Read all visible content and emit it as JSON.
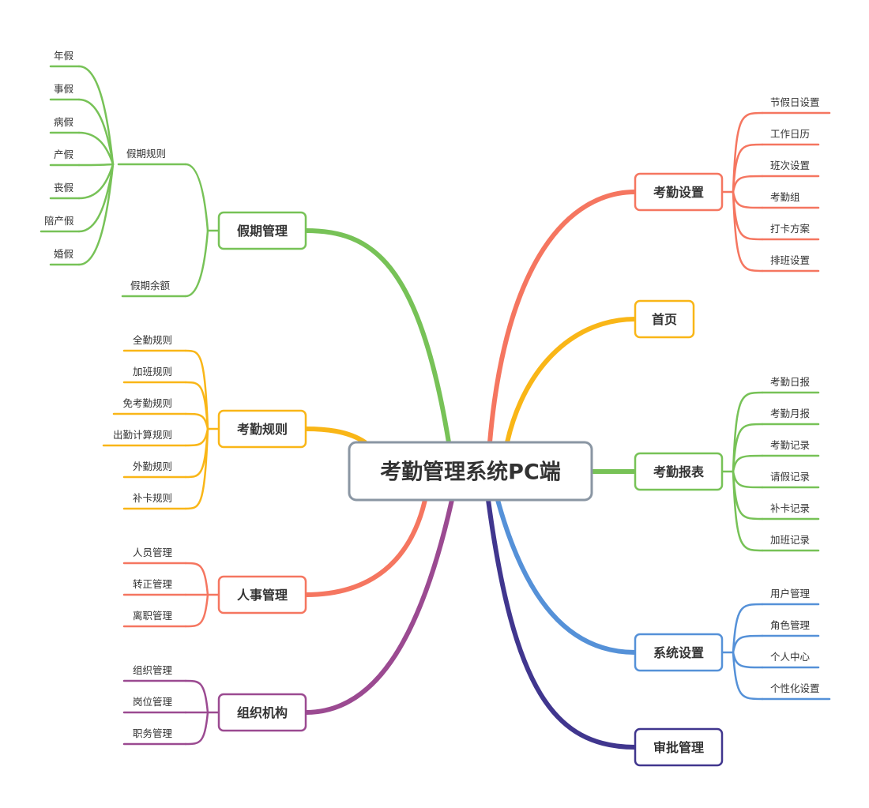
{
  "root": {
    "label": "考勤管理系统PC端"
  },
  "colors": {
    "green": "#77c257",
    "orange": "#f9b617",
    "red": "#f57660",
    "purple": "#9b4a91",
    "blue": "#5591d8",
    "navy": "#40368e",
    "root_border": "#8a96a3"
  },
  "branches": [
    {
      "id": "kqsz",
      "label": "考勤设置",
      "color": "red",
      "children": [
        "节假日设置",
        "工作日历",
        "班次设置",
        "考勤组",
        "打卡方案",
        "排班设置"
      ]
    },
    {
      "id": "sy",
      "label": "首页",
      "color": "orange",
      "children": []
    },
    {
      "id": "kqbb",
      "label": "考勤报表",
      "color": "green",
      "children": [
        "考勤日报",
        "考勤月报",
        "考勤记录",
        "请假记录",
        "补卡记录",
        "加班记录"
      ]
    },
    {
      "id": "xtsz",
      "label": "系统设置",
      "color": "blue",
      "children": [
        "用户管理",
        "角色管理",
        "个人中心",
        "个性化设置"
      ]
    },
    {
      "id": "spgl",
      "label": "审批管理",
      "color": "navy",
      "children": []
    },
    {
      "id": "jqgl",
      "label": "假期管理",
      "color": "green",
      "children": [
        {
          "label": "假期规则",
          "children": [
            "年假",
            "事假",
            "病假",
            "产假",
            "丧假",
            "陪产假",
            "婚假"
          ]
        },
        {
          "label": "假期余额",
          "children": []
        }
      ]
    },
    {
      "id": "kqgz",
      "label": "考勤规则",
      "color": "orange",
      "children": [
        "全勤规则",
        "加班规则",
        "免考勤规则",
        "出勤计算规则",
        "外勤规则",
        "补卡规则"
      ]
    },
    {
      "id": "rsgl",
      "label": "人事管理",
      "color": "red",
      "children": [
        "人员管理",
        "转正管理",
        "离职管理"
      ]
    },
    {
      "id": "zzjg",
      "label": "组织机构",
      "color": "purple",
      "children": [
        "组织管理",
        "岗位管理",
        "职务管理"
      ]
    }
  ]
}
